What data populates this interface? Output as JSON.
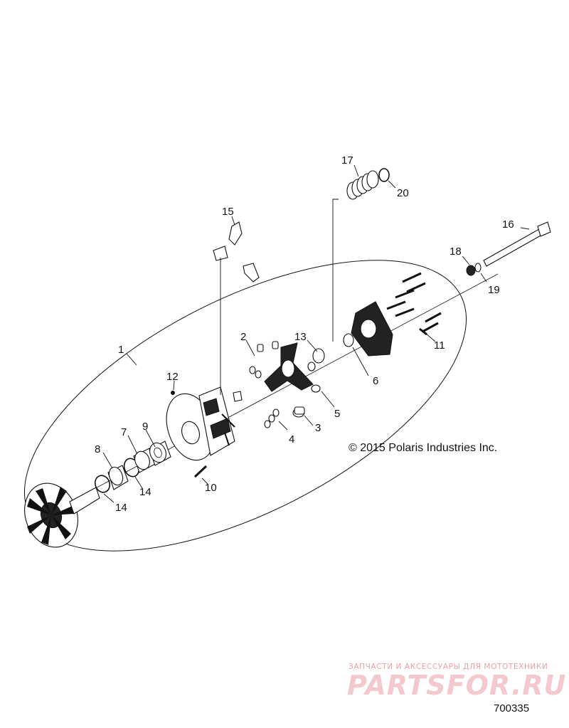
{
  "diagram": {
    "callouts": [
      {
        "id": "1",
        "label": "1"
      },
      {
        "id": "2",
        "label": "2"
      },
      {
        "id": "3",
        "label": "3"
      },
      {
        "id": "4",
        "label": "4"
      },
      {
        "id": "5",
        "label": "5"
      },
      {
        "id": "6",
        "label": "6"
      },
      {
        "id": "7",
        "label": "7"
      },
      {
        "id": "8",
        "label": "8"
      },
      {
        "id": "9",
        "label": "9"
      },
      {
        "id": "10",
        "label": "10"
      },
      {
        "id": "11",
        "label": "11"
      },
      {
        "id": "12",
        "label": "12"
      },
      {
        "id": "13",
        "label": "13"
      },
      {
        "id": "14a",
        "label": "14"
      },
      {
        "id": "14b",
        "label": "14"
      },
      {
        "id": "15",
        "label": "15"
      },
      {
        "id": "16",
        "label": "16"
      },
      {
        "id": "17",
        "label": "17"
      },
      {
        "id": "18",
        "label": "18"
      },
      {
        "id": "19",
        "label": "19"
      },
      {
        "id": "20",
        "label": "20"
      }
    ],
    "copyright": "© 2015 Polaris Industries Inc.",
    "figure_number": "700335"
  },
  "watermark": {
    "tagline": "ЗАПЧАСТИ И АКСЕССУАРЫ ДЛЯ МОТОТЕХНИКИ",
    "brand": "PARTSFOR.RU"
  },
  "colors": {
    "line": "#111111",
    "watermark": "#e8a0a6"
  }
}
